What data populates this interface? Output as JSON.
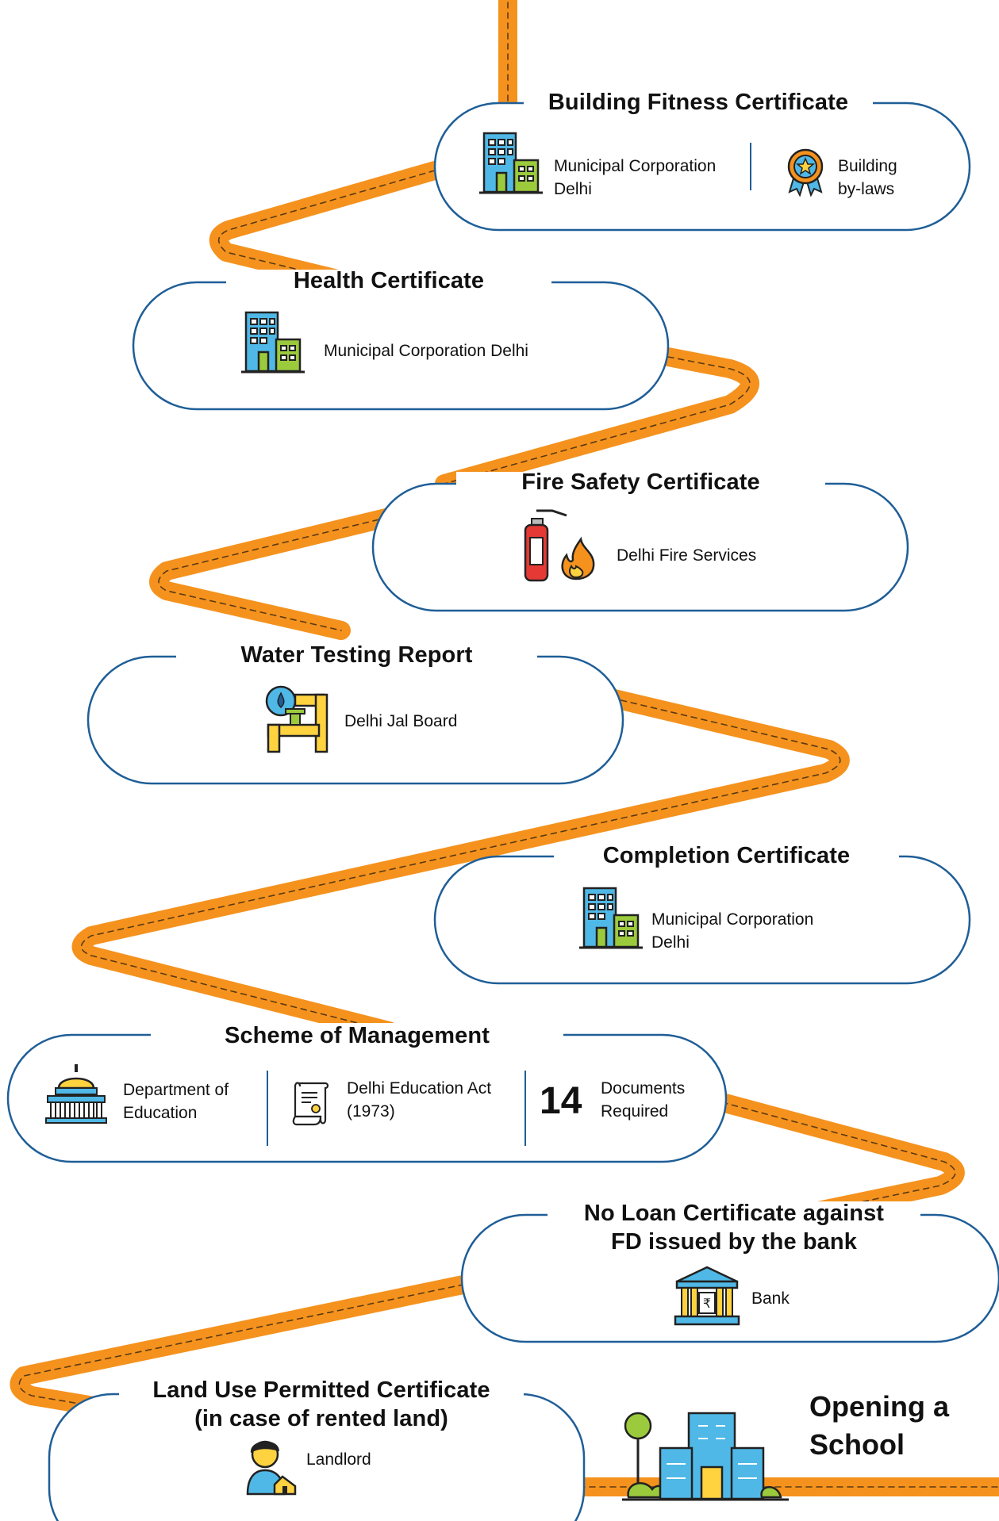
{
  "steps": [
    {
      "title": "Building Fitness Certificate",
      "items": [
        "Municipal Corporation\nDelhi",
        "Building\nby-laws"
      ]
    },
    {
      "title": "Health Certificate",
      "items": [
        "Municipal Corporation Delhi"
      ]
    },
    {
      "title": "Fire Safety Certificate",
      "items": [
        "Delhi Fire Services"
      ]
    },
    {
      "title": "Water Testing Report",
      "items": [
        "Delhi Jal Board"
      ]
    },
    {
      "title": "Completion Certificate",
      "items": [
        "Municipal Corporation\nDelhi"
      ]
    },
    {
      "title": "Scheme of Management",
      "items": [
        "Department of\nEducation",
        "Delhi Education Act\n(1973)"
      ],
      "count": "14",
      "count_label": "Documents\nRequired"
    },
    {
      "title": "No Loan Certificate against\nFD issued by the bank",
      "items": [
        "Bank"
      ]
    },
    {
      "title": "Land Use Permitted Certificate\n(in case of rented land)",
      "items": [
        "Landlord"
      ]
    }
  ],
  "final": {
    "title": "Opening a\nSchool"
  },
  "colors": {
    "road": "#F5921E",
    "card_border": "#1F5E97",
    "accent": "#9BCB3C",
    "icon_blue": "#4FB8E6"
  }
}
